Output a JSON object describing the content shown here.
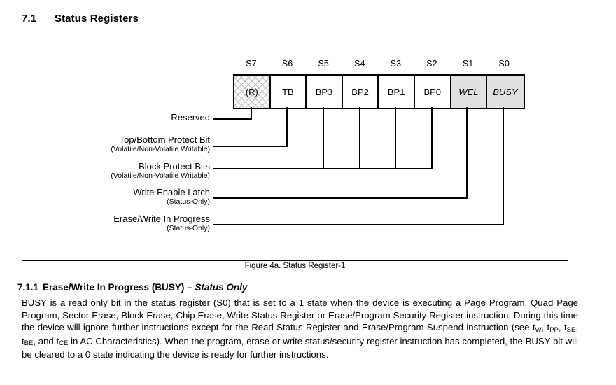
{
  "section": {
    "number": "7.1",
    "title": "Status Registers"
  },
  "figure": {
    "caption": "Figure 4a. Status Register-1",
    "bit_indices": [
      "S7",
      "S6",
      "S5",
      "S4",
      "S3",
      "S2",
      "S1",
      "S0"
    ],
    "cells": [
      {
        "label": "(R)",
        "style": "hatch",
        "italic": false
      },
      {
        "label": "TB",
        "style": "white",
        "italic": false
      },
      {
        "label": "BP3",
        "style": "white",
        "italic": false
      },
      {
        "label": "BP2",
        "style": "white",
        "italic": false
      },
      {
        "label": "BP1",
        "style": "white",
        "italic": false
      },
      {
        "label": "BP0",
        "style": "white",
        "italic": false
      },
      {
        "label": "WEL",
        "style": "gray",
        "italic": true
      },
      {
        "label": "BUSY",
        "style": "gray",
        "italic": true
      }
    ],
    "callouts": [
      {
        "primary": "Reserved",
        "secondary": ""
      },
      {
        "primary": "Top/Bottom Protect Bit",
        "secondary": "(Volatile/Non-Volatile Writable)"
      },
      {
        "primary": "Block Protect Bits",
        "secondary": "(Volatile/Non-Volatile Writable)"
      },
      {
        "primary": "Write Enable Latch",
        "secondary": "(Status-Only)"
      },
      {
        "primary": "Erase/Write In Progress",
        "secondary": "(Status-Only)"
      }
    ]
  },
  "subsection": {
    "number": "7.1.1",
    "title_bold": "Erase/Write In Progress (BUSY) – ",
    "title_italic": "Status Only"
  },
  "body": {
    "part1": "BUSY is a read only bit in the status register (S0) that is set to a 1 state when the device is executing a Page Program, Quad Page Program, Sector Erase, Block Erase, Chip Erase, Write Status Register or Erase/Program Security Register instruction. During this time the device will ignore further instructions except for the Read Status Register and Erase/Program Suspend instruction (see t",
    "sub1": "W",
    "part2": ", t",
    "sub2": "PP",
    "part3": ", t",
    "sub3": "SE",
    "part4": ", t",
    "sub4": "BE",
    "part5": ", and t",
    "sub5": "CE",
    "part6": " in AC Characteristics). When the program, erase or write status/security register instruction has completed, the BUSY bit will be cleared to a 0 state indicating the device is ready for further instructions."
  },
  "colors": {
    "ink": "#000000",
    "page": "#ffffff",
    "cell_gray": "#e0e0e0",
    "hatch_line": "#bdbdbd"
  }
}
